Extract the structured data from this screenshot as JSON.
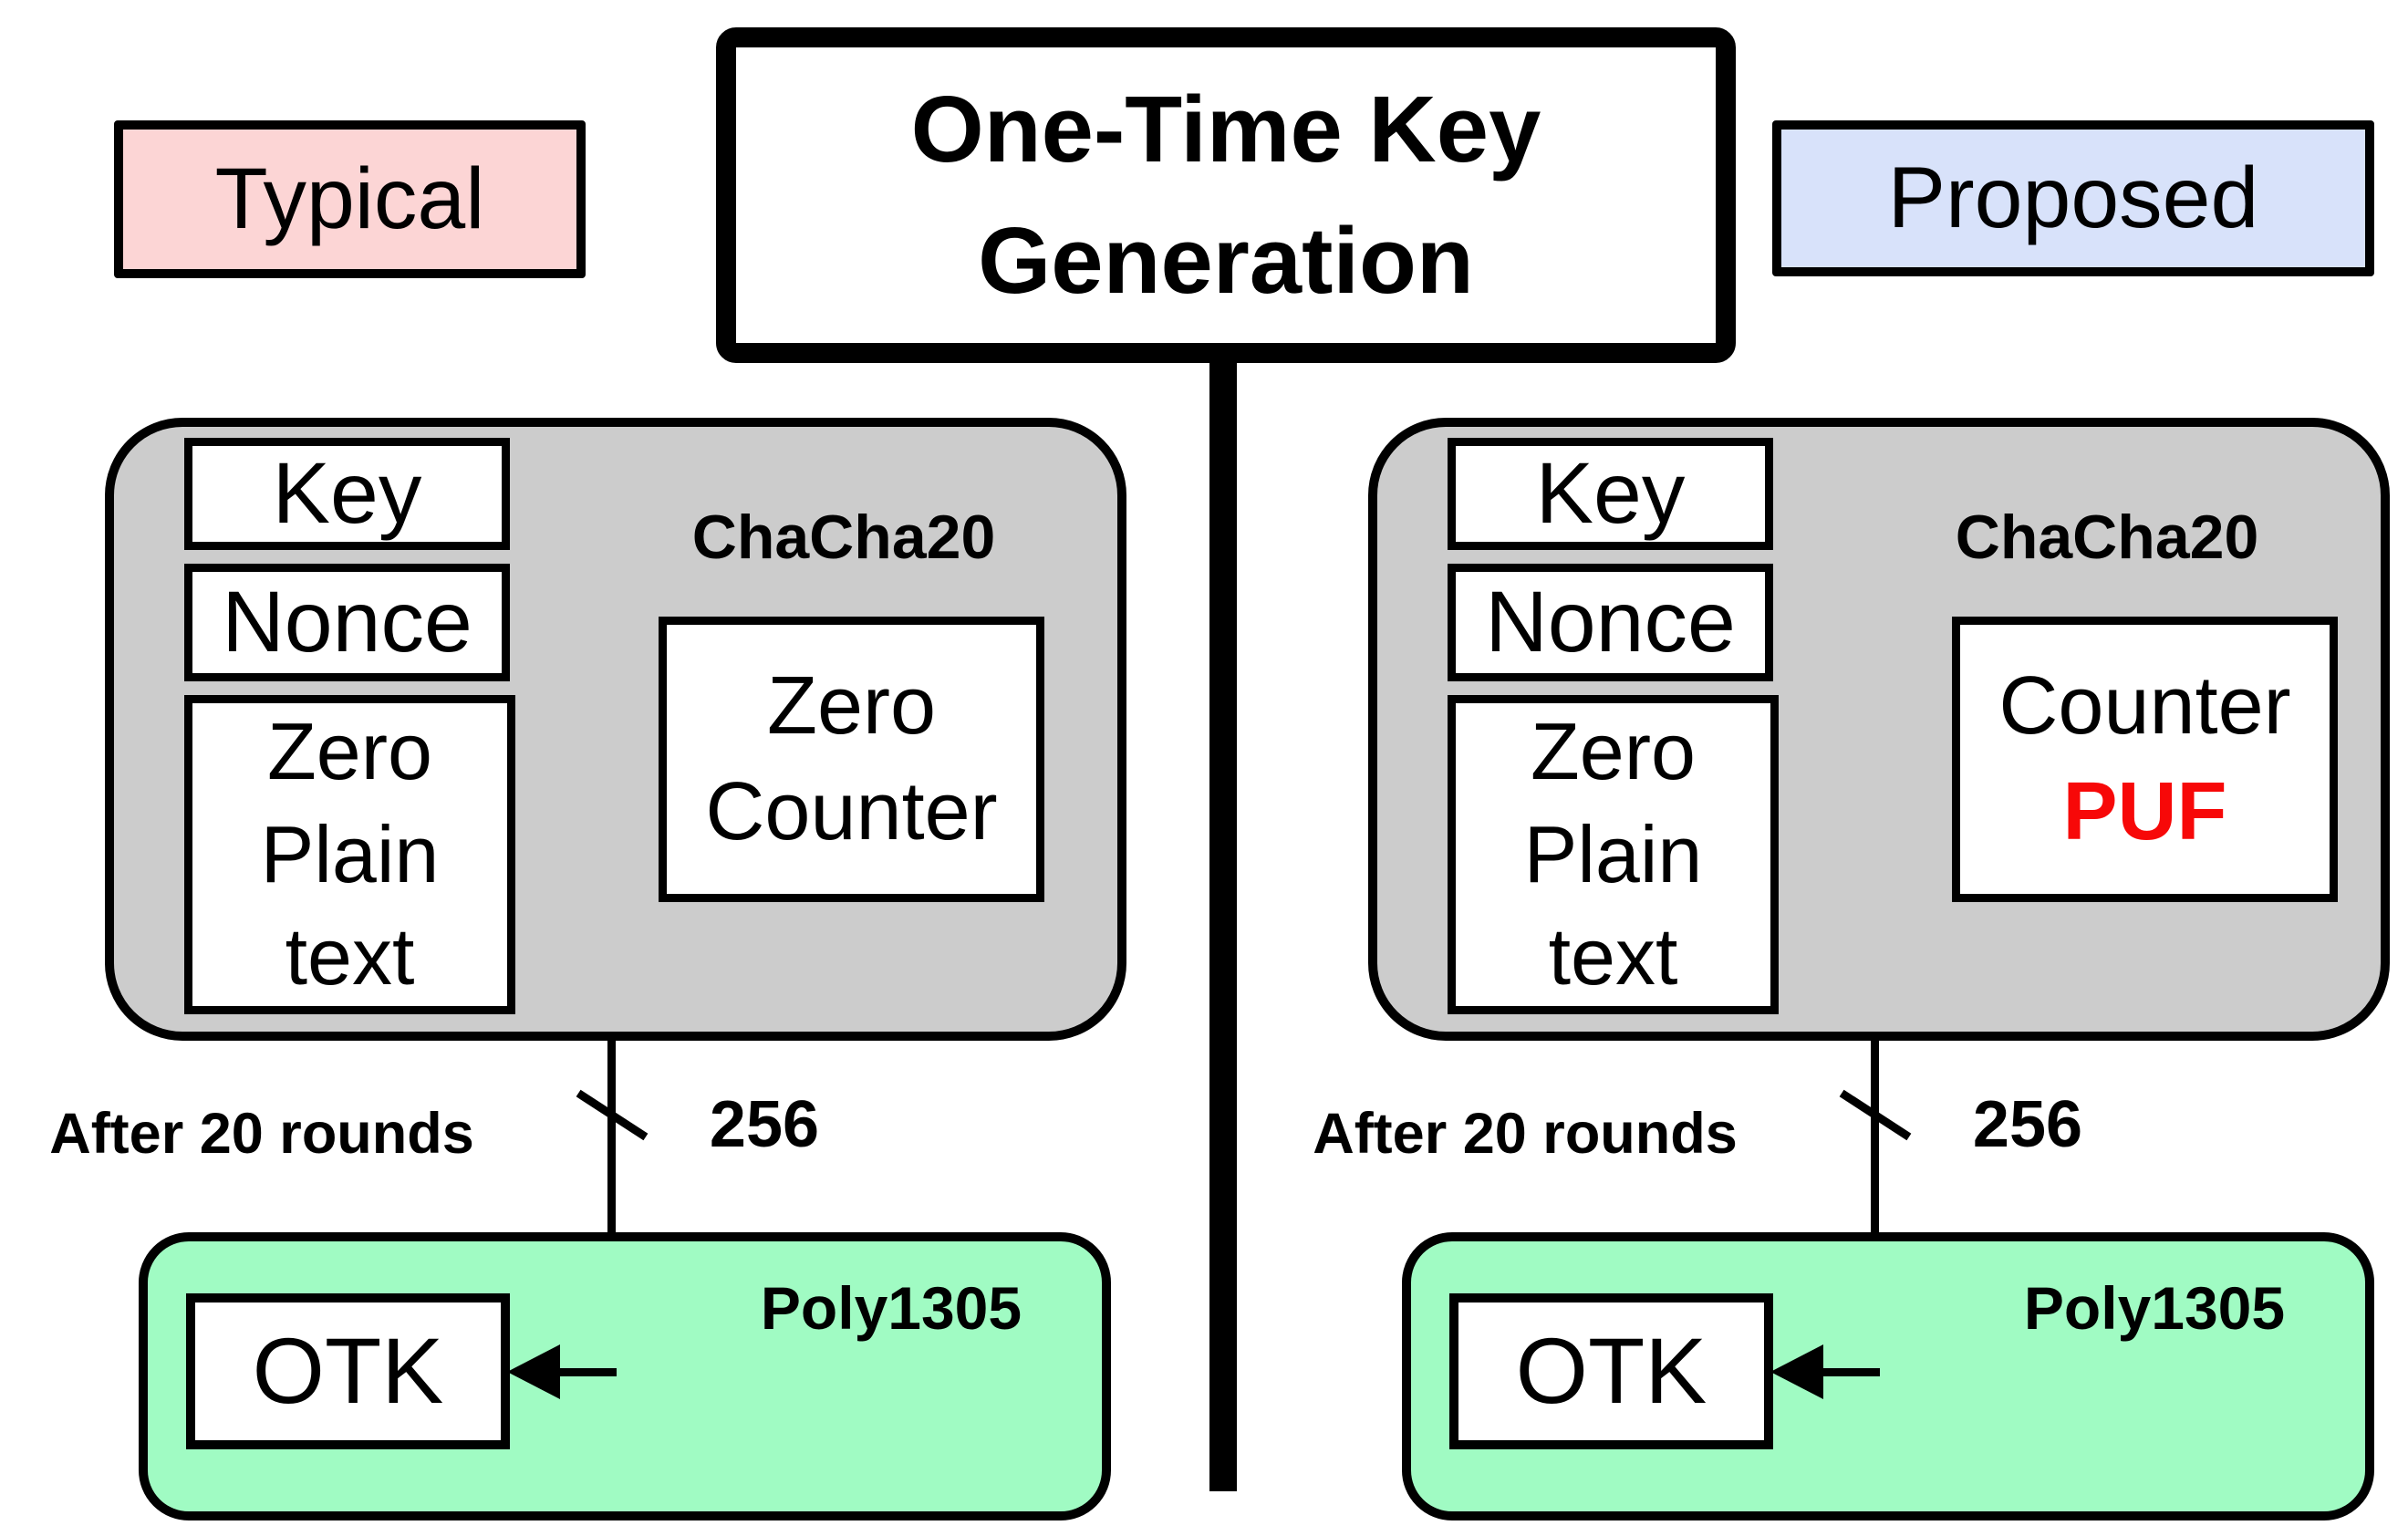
{
  "title": "One-Time Key\nGeneration",
  "labels": {
    "typical": "Typical",
    "proposed": "Proposed"
  },
  "colors": {
    "typical_bg": "#fcd5d5",
    "proposed_bg": "#d8e2fa",
    "chacha_panel_bg": "#cccccc",
    "poly_panel_bg": "#a0fbc3",
    "puf_text": "#f70808",
    "line": "#000000"
  },
  "left": {
    "algorithm": "ChaCha20",
    "inputs": {
      "key": "Key",
      "nonce": "Nonce",
      "plaintext": "Zero\nPlain\ntext"
    },
    "counter": {
      "line1": "Zero",
      "line2": "Counter"
    },
    "rounds_label": "After 20 rounds",
    "bus_width": "256",
    "poly": {
      "algorithm": "Poly1305",
      "output": "OTK"
    }
  },
  "right": {
    "algorithm": "ChaCha20",
    "inputs": {
      "key": "Key",
      "nonce": "Nonce",
      "plaintext": "Zero\nPlain\ntext"
    },
    "counter": {
      "line1": "Counter",
      "line2": "PUF"
    },
    "rounds_label": "After 20 rounds",
    "bus_width": "256",
    "poly": {
      "algorithm": "Poly1305",
      "output": "OTK"
    }
  }
}
